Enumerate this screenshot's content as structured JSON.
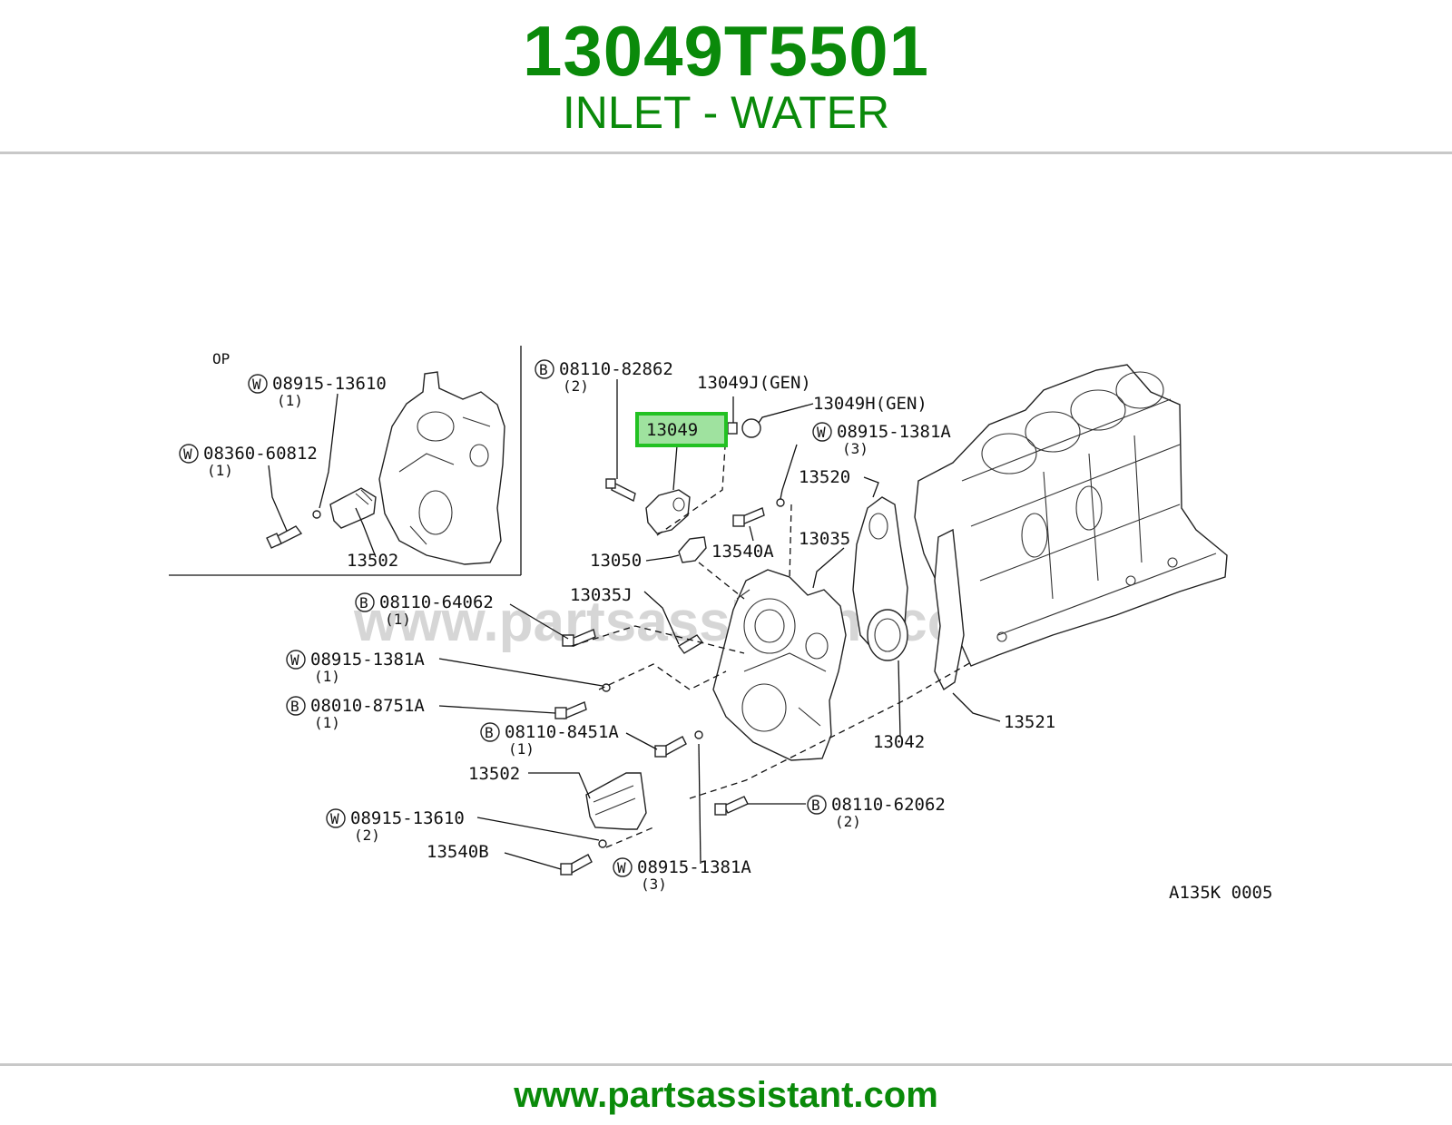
{
  "header": {
    "part_number": "13049T5501",
    "part_name": "INLET - WATER"
  },
  "footer": {
    "url": "www.partsassistant.com"
  },
  "diagram": {
    "highlight_color": "#22c122",
    "highlight_fill": "#9fe29f",
    "watermark": "www.partsassistant.com",
    "diagram_code": "A135K 0005",
    "inset_label": "OP",
    "labels": {
      "inset_w1_code": "W",
      "inset_w1_part": "08915-13610",
      "inset_w1_qty": "(1)",
      "inset_w2_code": "W",
      "inset_w2_part": "08360-60812",
      "inset_w2_qty": "(1)",
      "inset_13502": "13502",
      "b1_code": "B",
      "b1_part": "08110-82862",
      "b1_qty": "(2)",
      "j_gen": "13049J(GEN)",
      "h_gen": "13049H(GEN)",
      "highlighted": "13049",
      "w3_code": "W",
      "w3_part": "08915-1381A",
      "w3_qty": "(3)",
      "p13520": "13520",
      "p13035": "13035",
      "p13540a": "13540A",
      "p13050": "13050",
      "p13035j": "13035J",
      "b2_code": "B",
      "b2_part": "08110-64062",
      "b2_qty": "(1)",
      "w4_code": "W",
      "w4_part": "08915-1381A",
      "w4_qty": "(1)",
      "b3_code": "B",
      "b3_part": "08010-8751A",
      "b3_qty": "(1)",
      "b4_code": "B",
      "b4_part": "08110-8451A",
      "b4_qty": "(1)",
      "p13502": "13502",
      "w5_code": "W",
      "w5_part": "08915-13610",
      "w5_qty": "(2)",
      "p13540b": "13540B",
      "w6_code": "W",
      "w6_part": "08915-1381A",
      "w6_qty": "(3)",
      "b5_code": "B",
      "b5_part": "08110-62062",
      "b5_qty": "(2)",
      "p13042": "13042",
      "p13521": "13521"
    }
  }
}
